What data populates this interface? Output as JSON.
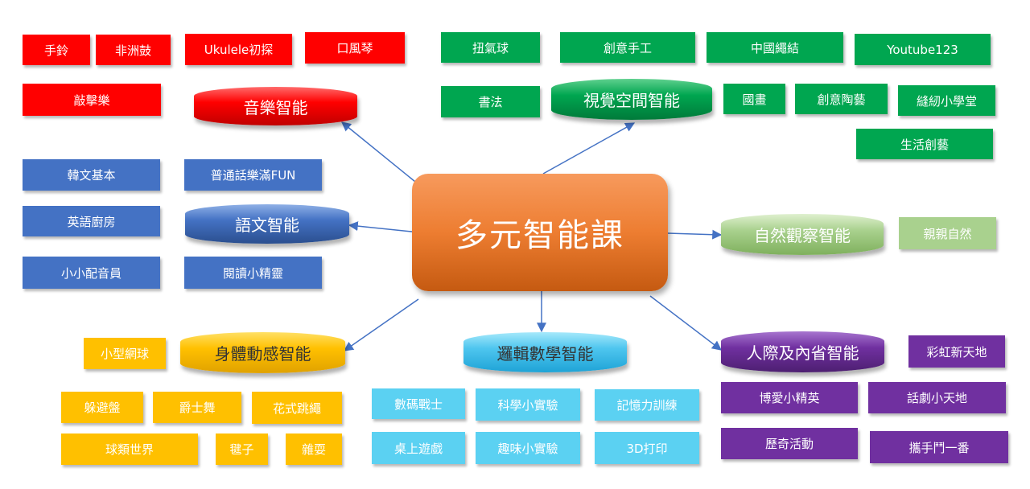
{
  "center": "多元智能課",
  "colors": {
    "music": "#ff0000",
    "visual": "#00a650",
    "language": "#4472c4",
    "nature": "#a9d18e",
    "body": "#ffc000",
    "logic": "#5bd1f2",
    "interpersonal": "#7030a0",
    "center": "#ed7d31",
    "arrow": "#4472c4"
  },
  "categories": {
    "music": "音樂智能",
    "visual": "視覺空間智能",
    "language": "語文智能",
    "nature": "自然觀察智能",
    "body": "身體動感智能",
    "logic": "邏輯數學智能",
    "interpersonal": "人際及內省智能"
  },
  "courses": {
    "music": [
      "手鈴",
      "非洲鼓",
      "Ukulele初探",
      "口風琴",
      "敲擊樂"
    ],
    "visual": [
      "扭氣球",
      "創意手工",
      "中國繩結",
      "Youtube123",
      "書法",
      "國畫",
      "創意陶藝",
      "縫紉小學堂",
      "生活創藝"
    ],
    "language": [
      "韓文基本",
      "普通話樂滿FUN",
      "英語廚房",
      "小小配音員",
      "閱讀小精靈"
    ],
    "nature": [
      "親親自然"
    ],
    "body": [
      "小型網球",
      "躲避盤",
      "爵士舞",
      "花式跳繩",
      "球類世界",
      "毽子",
      "雜耍"
    ],
    "logic": [
      "數碼戰士",
      "科學小實驗",
      "記憶力訓練",
      "桌上遊戲",
      "趣味小實驗",
      "3D打印"
    ],
    "interpersonal": [
      "彩虹新天地",
      "博愛小精英",
      "話劇小天地",
      "歷奇活動",
      "攜手鬥一番"
    ]
  }
}
